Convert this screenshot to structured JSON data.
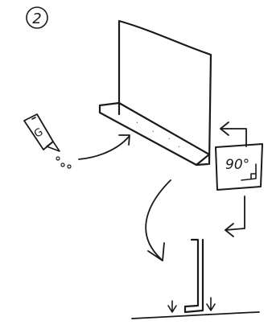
{
  "step": {
    "number": "2"
  },
  "glue_bottle": {
    "letter": "G"
  },
  "angle_gauge": {
    "label": "90°"
  },
  "colors": {
    "ink": "#1a1a1a",
    "paper": "#ffffff"
  }
}
